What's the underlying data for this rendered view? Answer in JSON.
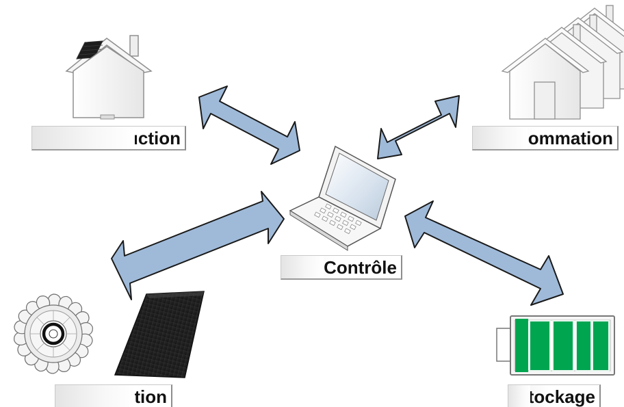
{
  "labels": {
    "production_house": "Production",
    "consommation": "Consommation",
    "controle": "Contrôle",
    "production": "Production",
    "stockage": "Stockage"
  },
  "colors": {
    "arrow_fill": "#9fbad9",
    "arrow_stroke": "#1a1a1a",
    "battery_green": "#00a550",
    "house_fill": "#f2f2f2",
    "panel_dark": "#1b1b1b"
  },
  "icons": [
    "house-solar-icon",
    "houses-icon",
    "laptop-icon",
    "turbine-icon",
    "solar-panel-icon",
    "battery-icon"
  ]
}
